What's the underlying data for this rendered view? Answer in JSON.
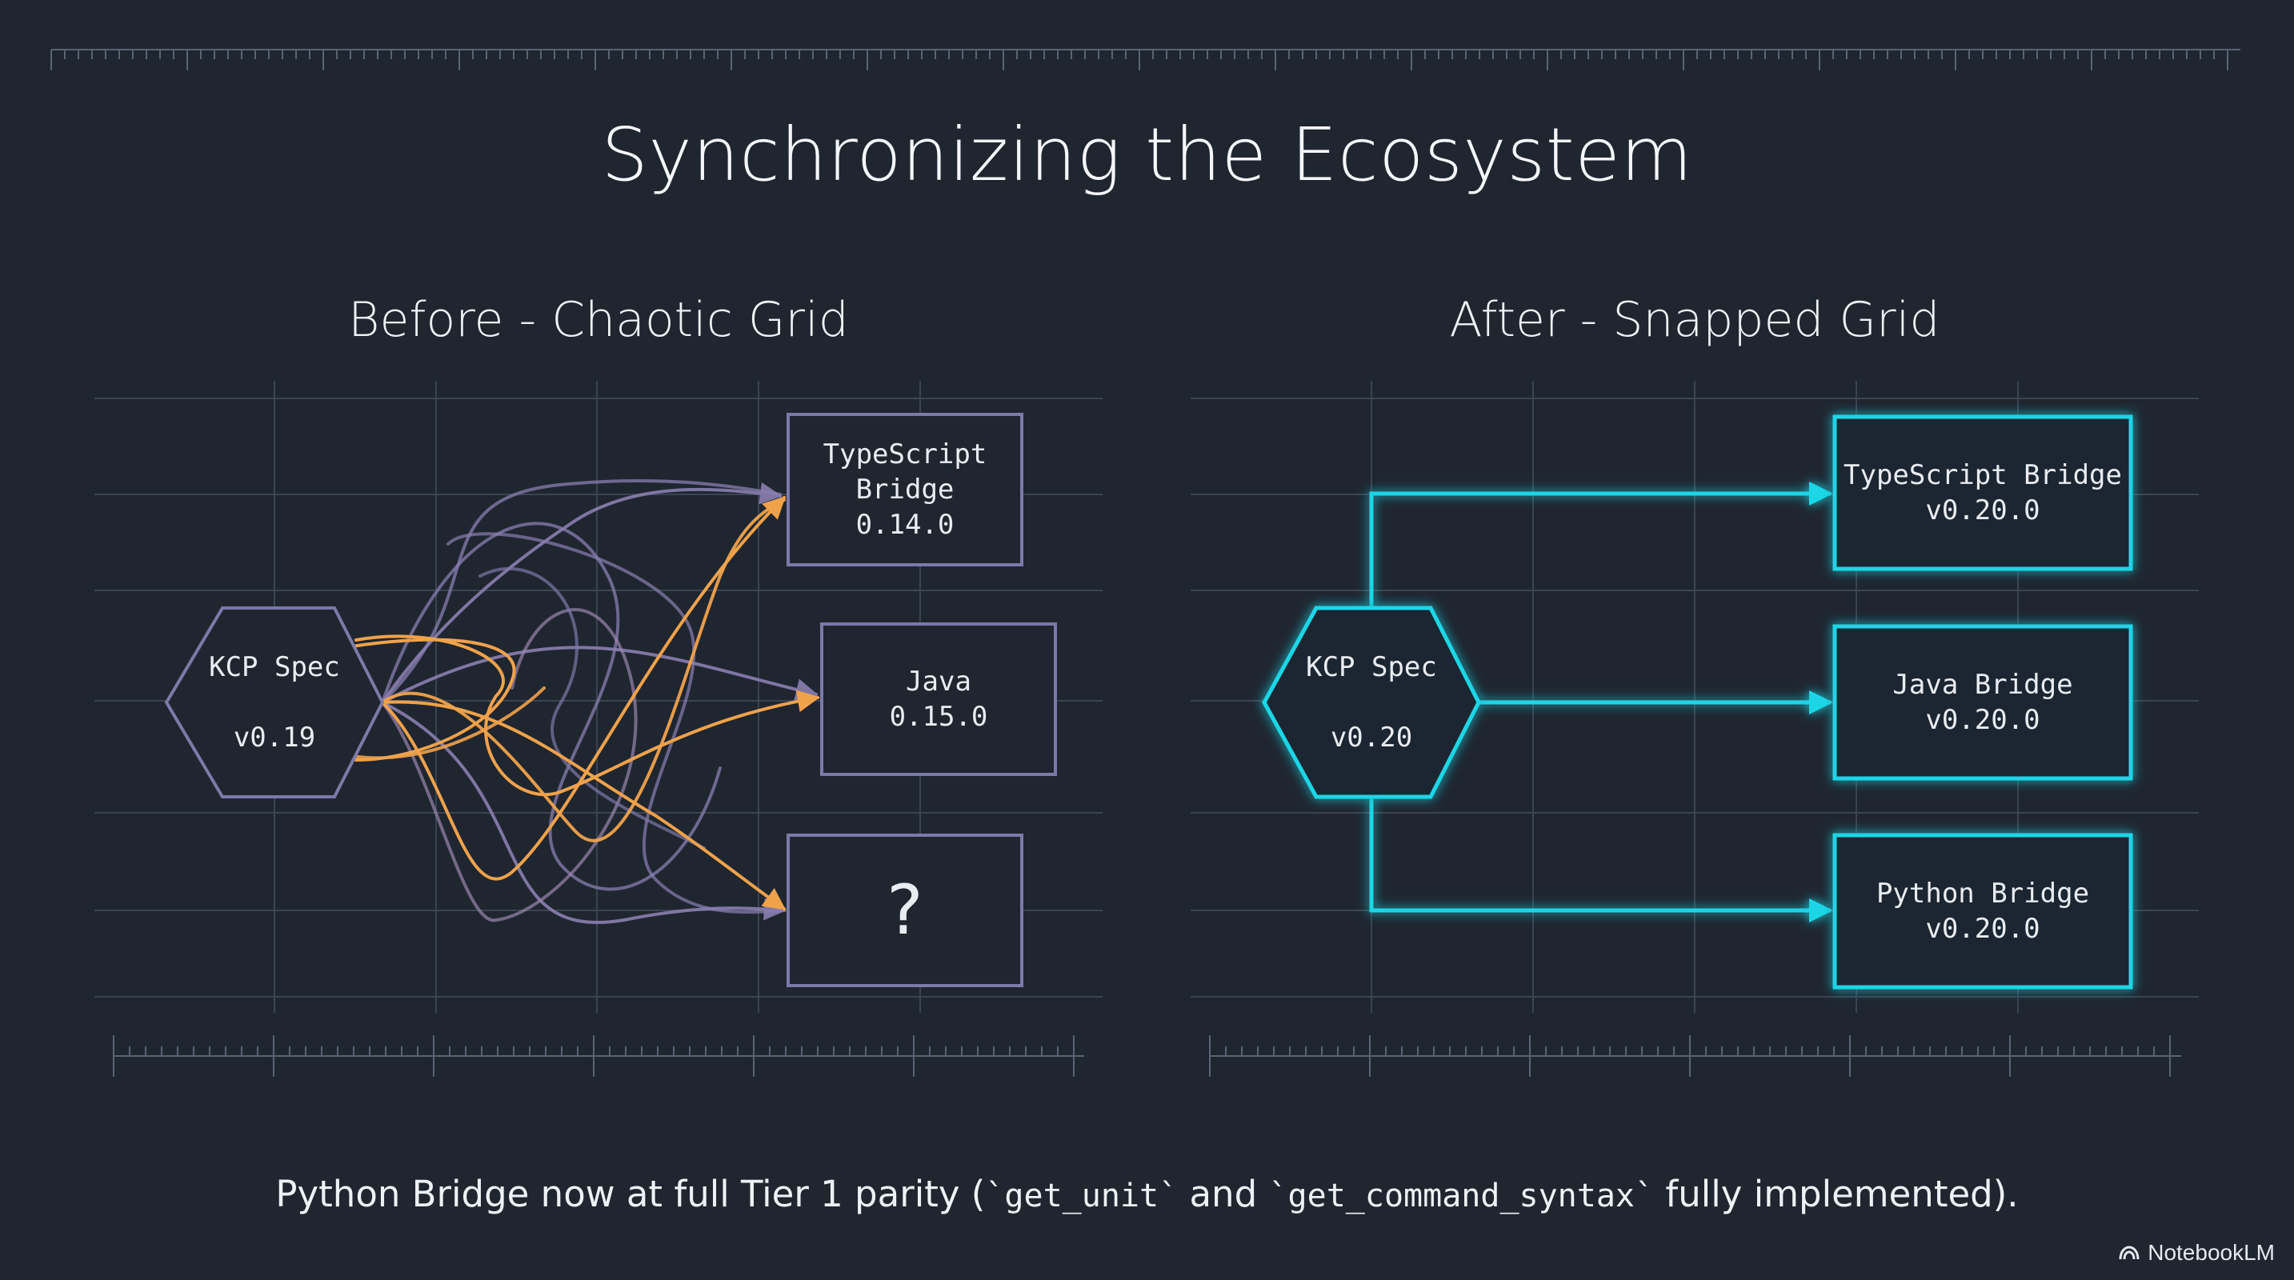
{
  "slide": {
    "title": "Synchronizing the Ecosystem",
    "footer_prefix": "Python Bridge now at full Tier 1 parity (",
    "footer_code_1": "`get_unit`",
    "footer_mid": " and ",
    "footer_code_2": "`get_command_syntax`",
    "footer_suffix": " fully implemented).",
    "brand": "NotebookLM"
  },
  "colors": {
    "background": "#1f2630",
    "grid": "#3a4452",
    "before_node": "#7b7aa8",
    "before_tangle": "#8a7fb0",
    "before_orange": "#f0a24b",
    "after_accent": "#1fd6e6"
  },
  "before": {
    "title": "Before - Chaotic Grid",
    "spec": {
      "name": "KCP Spec",
      "version": "v0.19"
    },
    "bridges": [
      {
        "label": "TypeScript\nBridge\n0.14.0"
      },
      {
        "label": "Java\n0.15.0"
      },
      {
        "label": "?"
      }
    ]
  },
  "after": {
    "title": "After - Snapped Grid",
    "spec": {
      "name": "KCP Spec",
      "version": "v0.20"
    },
    "bridges": [
      {
        "label": "TypeScript Bridge\nv0.20.0"
      },
      {
        "label": "Java Bridge\nv0.20.0"
      },
      {
        "label": "Python Bridge\nv0.20.0"
      }
    ]
  }
}
